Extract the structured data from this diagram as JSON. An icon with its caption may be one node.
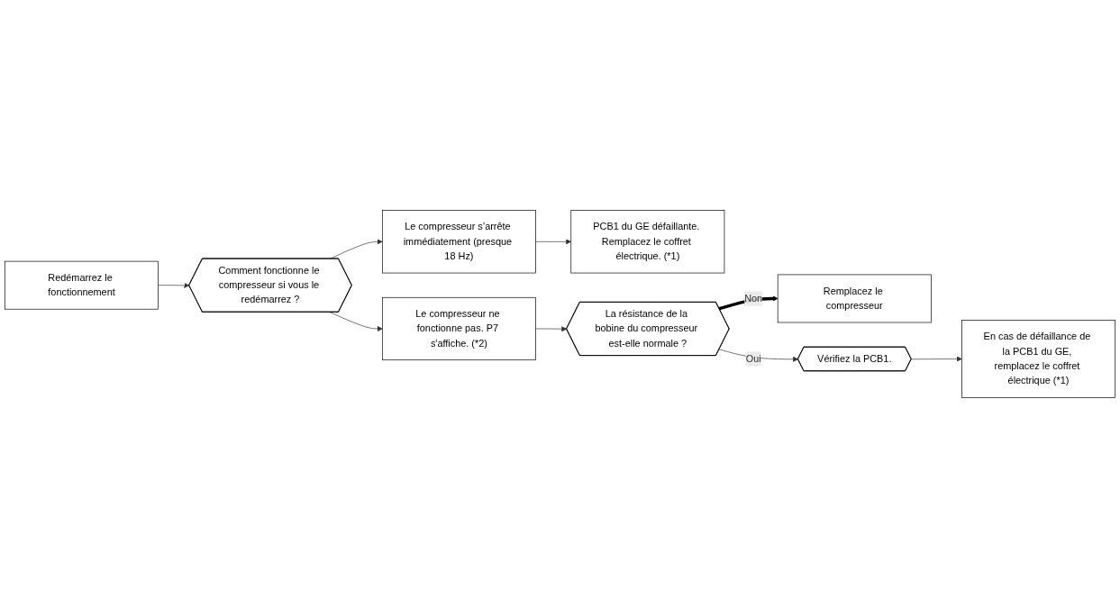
{
  "diagram": {
    "nodes": [
      {
        "text": [
          "Redémarrez le fonctionnement"
        ]
      },
      {
        "text": [
          "Comment fonctionne le compresseur si vous le redémarrez ?"
        ]
      },
      {
        "text": [
          "Le compresseur s’arrête immédiatement (presque 18 Hz)"
        ]
      },
      {
        "text": [
          "PCB1 du GE défaillante. Remplacez le coffret électrique. (*1)"
        ]
      },
      {
        "text": [
          "Le compresseur ne fonctionne pas. P7 s'affiche. (*2)"
        ]
      },
      {
        "text": [
          "La résistance de la bobine du compresseur est-elle normale ?"
        ]
      },
      {
        "text": [
          "Remplacez le compresseur"
        ]
      },
      {
        "text": [
          "Vérifiez la PCB1."
        ]
      },
      {
        "text": [
          "En cas de défaillance de la PCB1 du GE, remplacez le coffret électrique (*1)"
        ]
      }
    ],
    "edges": [
      {
        "from": 0,
        "to": 1,
        "arrow": "to"
      },
      {
        "from": 1,
        "to": 2,
        "arrow": "to"
      },
      {
        "from": 2,
        "to": 3,
        "arrow": "to"
      },
      {
        "from": 1,
        "to": 4,
        "arrow": "to"
      },
      {
        "from": 4,
        "to": 5,
        "arrow": "to"
      },
      {
        "from": 5,
        "to": 6,
        "label": "Non",
        "arrow": "to",
        "style": "thick",
        "color": "#000000"
      },
      {
        "from": 5,
        "to": 7,
        "label": "Oui",
        "arrow": "to"
      },
      {
        "from": 7,
        "to": 8,
        "arrow": "to"
      }
    ]
  }
}
